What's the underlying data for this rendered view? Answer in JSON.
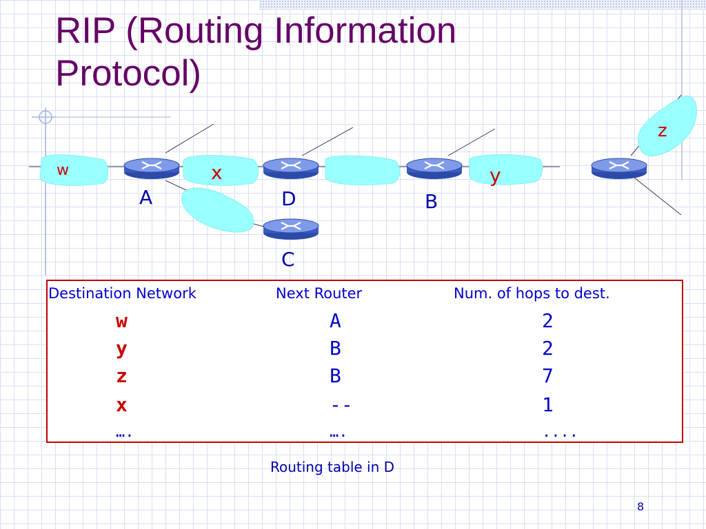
{
  "slide": {
    "title": "RIP (Routing Information Protocol)",
    "page_number": "8"
  },
  "network": {
    "subnets": [
      "w",
      "x",
      "y",
      "z"
    ],
    "routers": [
      "A",
      "D",
      "B",
      "C"
    ],
    "link_color": "#99ffff",
    "label_color": "#cc0000",
    "router_color": "#5577dd"
  },
  "routing_table": {
    "headers": {
      "destination": "Destination Network",
      "next_router": "Next  Router",
      "hops": "Num. of hops to dest."
    },
    "rows": [
      {
        "destination": "w",
        "next_router": "A",
        "hops": "2"
      },
      {
        "destination": "y",
        "next_router": "B",
        "hops": "2"
      },
      {
        "destination": "z",
        "next_router": "B",
        "hops": "7"
      },
      {
        "destination": "x",
        "next_router": "--",
        "hops": "1"
      },
      {
        "destination": "….",
        "next_router": "….",
        "hops": "...."
      }
    ],
    "caption": "Routing table in D"
  }
}
